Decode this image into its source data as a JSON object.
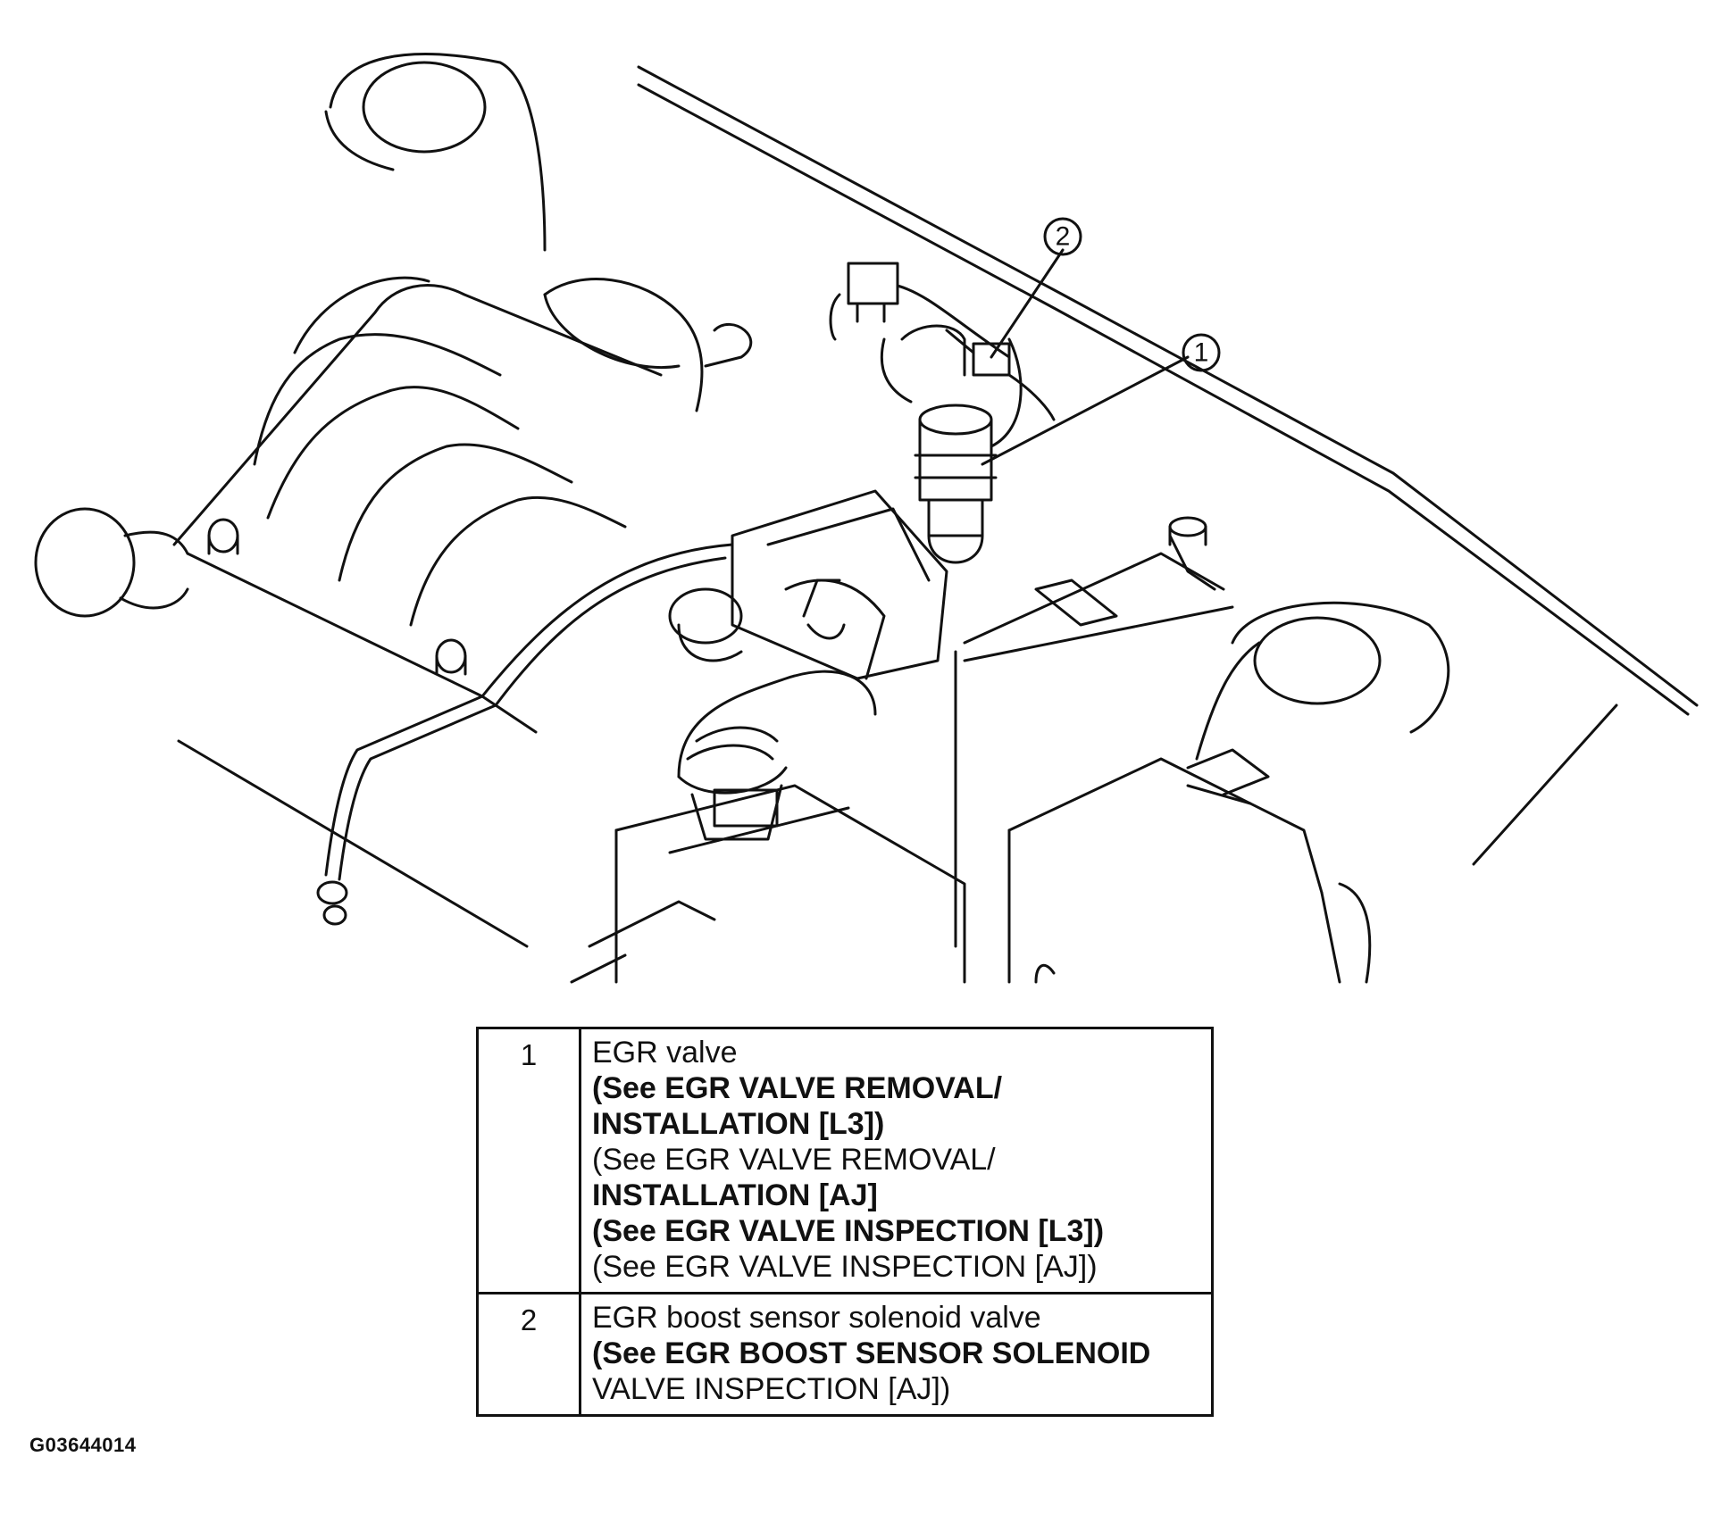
{
  "callouts": [
    "1",
    "2"
  ],
  "legend": {
    "rows": [
      {
        "number": "1",
        "lines": [
          {
            "text": "EGR valve",
            "bold": false
          },
          {
            "text": "(See  EGR VALVE REMOVAL/",
            "bold": true
          },
          {
            "text": "INSTALLATION [L3])",
            "bold": true
          },
          {
            "text": "(See EGR VALVE REMOVAL/",
            "bold": false
          },
          {
            "text": "INSTALLATION [AJ]",
            "bold": true
          },
          {
            "text": "(See EGR VALVE INSPECTION [L3])",
            "bold": true
          },
          {
            "text": "(See EGR VALVE INSPECTION [AJ])",
            "bold": false
          }
        ]
      },
      {
        "number": "2",
        "lines": [
          {
            "text": "EGR boost sensor solenoid valve",
            "bold": false
          },
          {
            "text": "(See EGR BOOST SENSOR SOLENOID",
            "bold": true
          },
          {
            "text": "VALVE INSPECTION [AJ])",
            "bold": false
          }
        ]
      }
    ]
  },
  "figure_id": "G03644014"
}
